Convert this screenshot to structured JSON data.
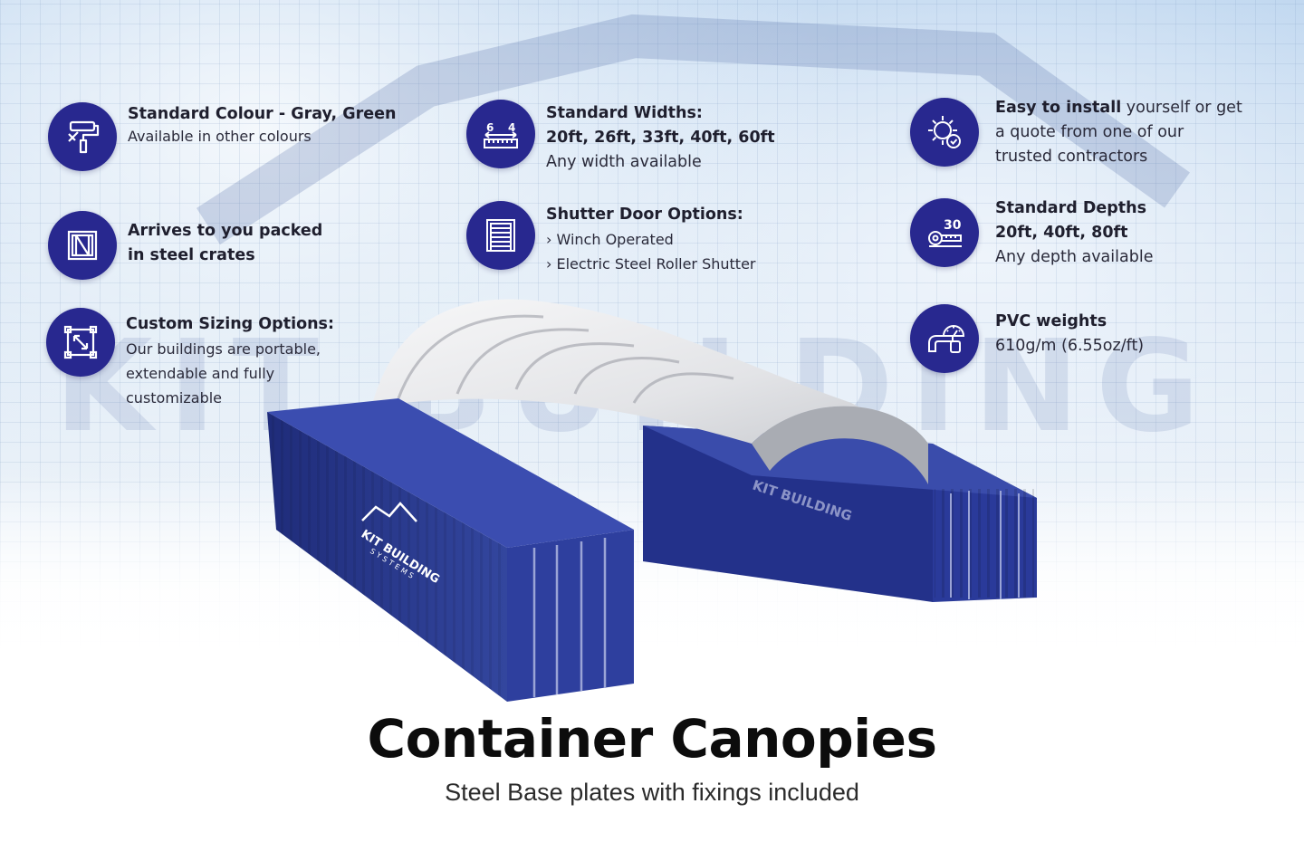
{
  "colors": {
    "accent": "#28288f",
    "container": "#2a3a9a",
    "canopy": "#e9eaec"
  },
  "watermark": "KIT BUILDING",
  "features": {
    "colour": {
      "icon": "paint-roller-icon",
      "title": "Standard Colour - Gray, Green",
      "line1": "Available in other colours"
    },
    "crates": {
      "icon": "crate-icon",
      "title1": "Arrives to you packed",
      "title2": "in steel crates"
    },
    "sizing": {
      "icon": "resize-icon",
      "title": "Custom Sizing Options:",
      "line1": "Our buildings are portable,",
      "line2": "extendable and fully",
      "line3": "customizable"
    },
    "widths": {
      "icon": "ruler-icon",
      "icon_left": "6",
      "icon_right": "4",
      "title": "Standard Widths:",
      "values": "20ft, 26ft, 33ft, 40ft, 60ft",
      "line1": "Any width available"
    },
    "shutter": {
      "icon": "shutter-door-icon",
      "title": "Shutter Door Options:",
      "opt1": "› Winch Operated",
      "opt2": "› Electric Steel Roller Shutter"
    },
    "install": {
      "icon": "gear-check-icon",
      "bold": "Easy to install",
      "rest1": " yourself or get",
      "line2": "a quote from one of our",
      "line3": "trusted  contractors"
    },
    "depths": {
      "icon": "tape-measure-icon",
      "icon_number": "30",
      "title": "Standard Depths",
      "values": "20ft, 40ft, 80ft",
      "line1": "Any depth available"
    },
    "pvc": {
      "icon": "weight-gauge-icon",
      "title": "PVC weights",
      "line1": "610g/m (6.55oz/ft)"
    }
  },
  "container_logo": {
    "line1": "KIT BUILDING",
    "line2": "SYSTEMS"
  },
  "heading": "Container Canopies",
  "subheading": "Steel Base plates with fixings included"
}
